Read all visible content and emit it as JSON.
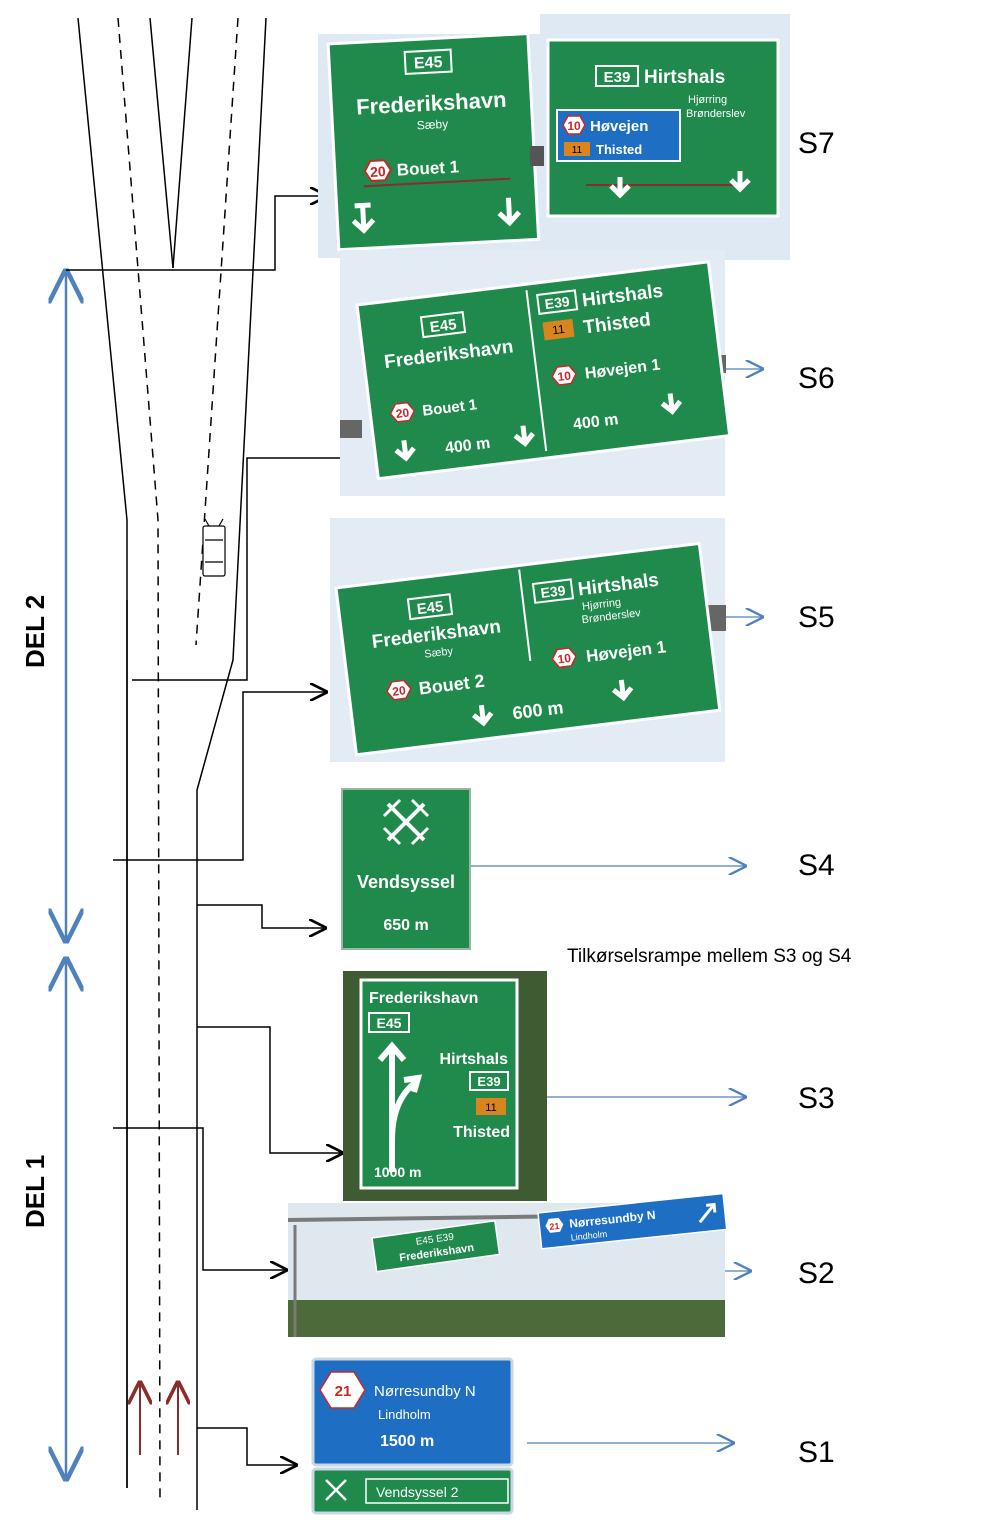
{
  "sections": {
    "del2": "DEL 2",
    "del1": "DEL 1"
  },
  "labels": {
    "s7": "S7",
    "s6": "S6",
    "s5": "S5",
    "s4": "S4",
    "s3": "S3",
    "s2": "S2",
    "s1": "S1",
    "ramp_note": "Tilkørselsrampe mellem S3 og S4"
  },
  "signs": {
    "s7_left": {
      "route": "E45",
      "city": "Frederikshavn",
      "sub": "Sæby",
      "road_num": "20",
      "road_name": "Bouet 1"
    },
    "s7_right": {
      "route": "E39",
      "city": "Hirtshals",
      "towns": [
        "Hjørring",
        "Brønderslev"
      ],
      "road_num": "10",
      "road_name": "Høvejen",
      "road2_num": "11",
      "road2_name": "Thisted"
    },
    "s6": {
      "left_route": "E45",
      "left_city": "Frederikshavn",
      "left_road_num": "20",
      "left_road_name": "Bouet 1",
      "left_dist": "400 m",
      "right_route": "E39",
      "right_city": "Hirtshals",
      "right_road2_num": "11",
      "right_road2_name": "Thisted",
      "right_road_num": "10",
      "right_road_name": "Høvejen 1",
      "right_dist": "400 m"
    },
    "s5": {
      "left_route": "E45",
      "left_city": "Frederikshavn",
      "left_sub": "Sæby",
      "left_road_num": "20",
      "left_road_name": "Bouet 2",
      "dist": "600 m",
      "right_route": "E39",
      "right_city": "Hirtshals",
      "right_towns": [
        "Hjørring",
        "Brønderslev"
      ],
      "right_road_num": "10",
      "right_road_name": "Høvejen 1"
    },
    "s4": {
      "name": "Vendsyssel",
      "dist": "650 m"
    },
    "s3": {
      "city_top": "Frederikshavn",
      "route_top": "E45",
      "city_right": "Hirtshals",
      "route_right": "E39",
      "road_num": "11",
      "city_bottom": "Thisted",
      "dist": "1000 m"
    },
    "s2": {
      "left_routes": "E45 E39",
      "left_city": "Frederikshavn",
      "right_num": "21",
      "right_city": "Nørresundby N",
      "right_sub": "Lindholm"
    },
    "s1": {
      "road_num": "21",
      "city": "Nørresundby N",
      "sub": "Lindholm",
      "dist": "1500 m",
      "bottom_text": "Vendsyssel 2"
    }
  },
  "colors": {
    "sign_green": "#1f8a4c",
    "sign_blue": "#1e6fc4",
    "arrow_blue": "#4f81bd",
    "road_arrow": "#8b2c2c",
    "route_yellow": "#d9841f"
  }
}
